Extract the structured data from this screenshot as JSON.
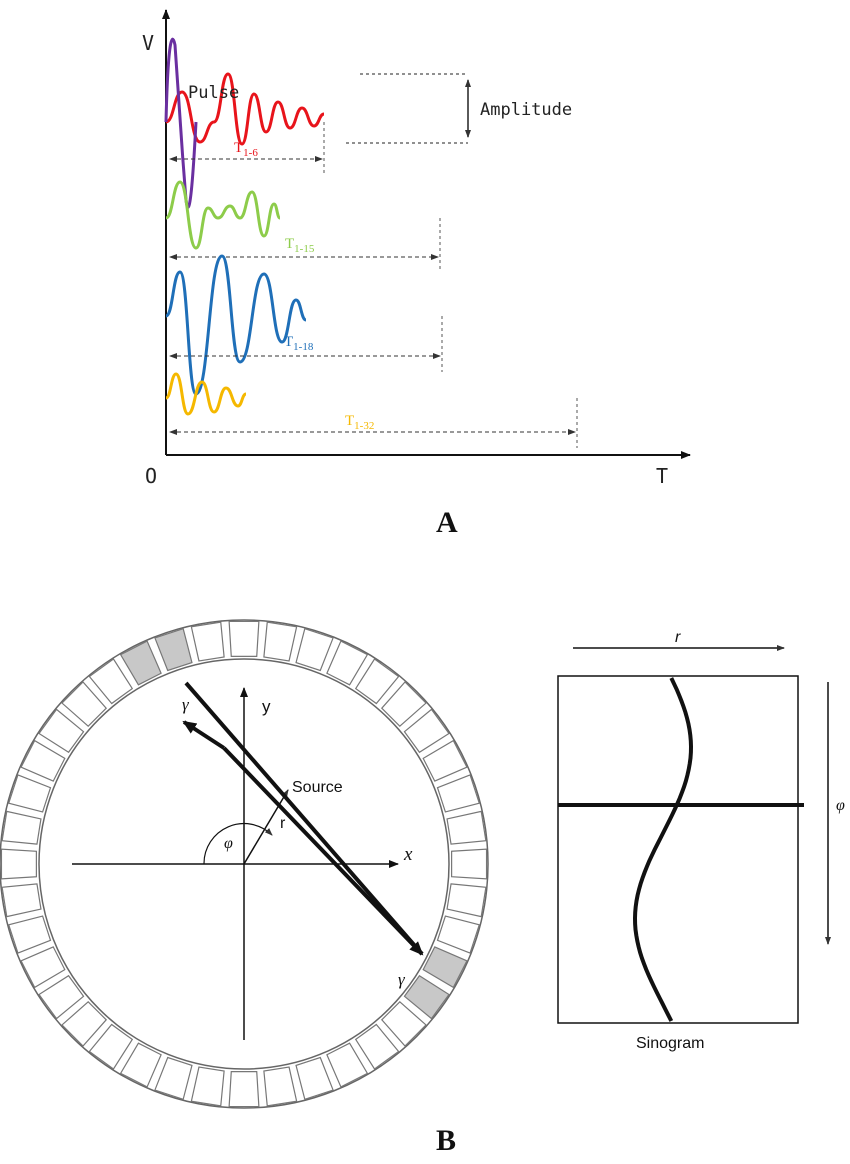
{
  "panel_a": {
    "panel_label": "A",
    "y_axis_label": "V",
    "x_axis_label": "T",
    "origin_label": "O",
    "pulse_label": "Pulse",
    "amplitude_label": "Amplitude",
    "traces": [
      {
        "id": "t1-6",
        "label_base": "T",
        "label_sub": "1-6",
        "color": "#e8141b"
      },
      {
        "id": "t1-15",
        "label_base": "T",
        "label_sub": "1-15",
        "color": "#8dcc4a"
      },
      {
        "id": "t1-18",
        "label_base": "T",
        "label_sub": "1-18",
        "color": "#1f6fb8"
      },
      {
        "id": "t1-32",
        "label_base": "T",
        "label_sub": "1-32",
        "color": "#f5b800"
      }
    ],
    "pulse_color": "#6a2fa0"
  },
  "panel_b": {
    "panel_label": "B",
    "y_label": "y",
    "x_label": "x",
    "source_label": "Source",
    "r_label": "r",
    "phi_label": "φ",
    "gamma_label": "γ",
    "sinogram_label": "Sinogram",
    "sinogram_r_label": "r",
    "sinogram_phi_label": "φ",
    "detector_fill": "#ffffff",
    "active_detector_fill": "#c8c8c8"
  }
}
